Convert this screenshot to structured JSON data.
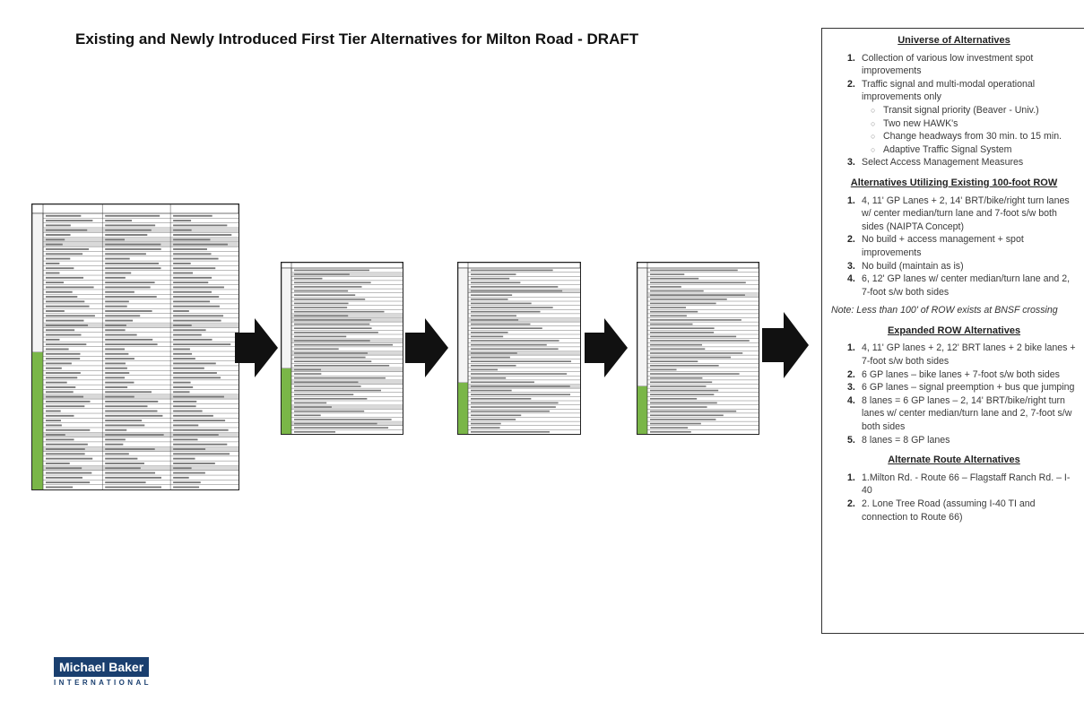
{
  "header": {
    "title": "Existing and Newly Introduced First Tier Alternatives for Milton Road - DRAFT"
  },
  "panel": {
    "sections": [
      {
        "title": "Universe of Alternatives",
        "items": [
          {
            "num": "1.",
            "text": "Collection of various low investment spot improvements"
          },
          {
            "num": "2.",
            "text": "Traffic signal and multi-modal operational improvements only",
            "sub": [
              "Transit signal priority (Beaver - Univ.)",
              "Two new HAWK's",
              "Change headways from 30 min. to 15 min.",
              "Adaptive Traffic Signal System"
            ]
          },
          {
            "num": "3.",
            "text": "Select Access Management Measures"
          }
        ]
      },
      {
        "title": "Alternatives Utilizing Existing 100-foot ROW",
        "items": [
          {
            "num": "1.",
            "text": "4, 11' GP Lanes + 2, 14' BRT/bike/right turn lanes w/ center median/turn lane and 7-foot s/w both sides (NAIPTA Concept)"
          },
          {
            "num": "2.",
            "text": "No build + access management + spot improvements"
          },
          {
            "num": "3.",
            "text": "No build (maintain as is)"
          },
          {
            "num": "4.",
            "text": "6, 12' GP lanes w/ center median/turn lane and 2, 7-foot s/w both sides"
          }
        ],
        "note": "Note: Less than 100' of ROW exists at BNSF crossing"
      },
      {
        "title": "Expanded ROW Alternatives",
        "items": [
          {
            "num": "1.",
            "text": "4, 11' GP lanes + 2, 12' BRT lanes + 2 bike lanes + 7-foot s/w both sides"
          },
          {
            "num": "2.",
            "text": "6 GP lanes – bike lanes + 7-foot s/w both sides"
          },
          {
            "num": "3.",
            "text": "6 GP lanes – signal preemption + bus que jumping"
          },
          {
            "num": "4.",
            "text": "8 lanes = 6 GP lanes – 2, 14' BRT/bike/right turn lanes w/ center median/turn lane and 2, 7-foot s/w both sides"
          },
          {
            "num": "5.",
            "text": "8 lanes = 8 GP lanes"
          }
        ]
      },
      {
        "title": "Alternate Route Alternatives",
        "items": [
          {
            "num": "1.",
            "text": "1.Milton Rd. - Route 66 – Flagstaff Ranch Rd. – I-40"
          },
          {
            "num": "2.",
            "text": "2. Lone Tree Road (assuming I-40 TI and connection to Route 66)"
          }
        ]
      }
    ]
  },
  "logo": {
    "name": "Michael Baker",
    "sub": "INTERNATIONAL",
    "color": "#1a3f6f"
  },
  "colors": {
    "green": "#7ab648",
    "arrow": "#111111"
  }
}
